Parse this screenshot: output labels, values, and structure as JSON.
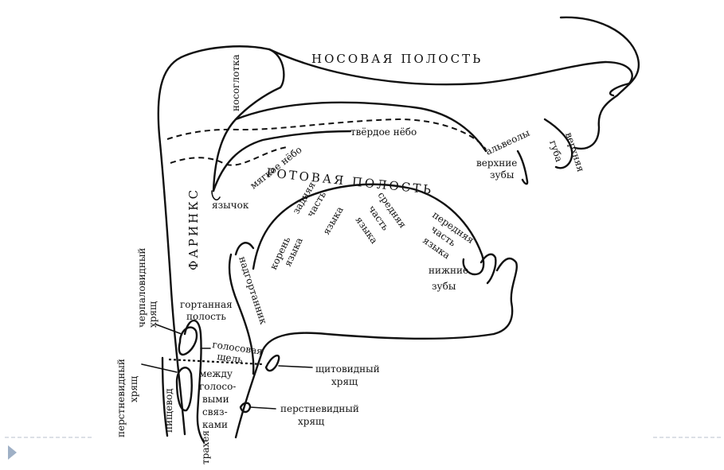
{
  "diagram": {
    "cavities": {
      "nasal": "НОСОВАЯ ПОЛОСТЬ",
      "oral": "РОТОВАЯ ПОЛОСТЬ",
      "pharynx": "ФАРИНКС"
    },
    "labels": {
      "nasopharynx": "носоглотка",
      "hard_palate": "твёрдое нёбо",
      "soft_palate": "мягкое нёбо",
      "uvula": "язычок",
      "alveoli": "альвеолы",
      "upper_teeth_1": "верхние",
      "upper_teeth_2": "зубы",
      "upper_lip_1": "верхняя",
      "upper_lip_2": "губа",
      "back_tongue_1": "задняя",
      "back_tongue_2": "часть",
      "back_tongue_3": "языка",
      "middle_tongue_1": "средняя",
      "middle_tongue_2": "часть",
      "middle_tongue_3": "языка",
      "front_tongue_1": "передняя",
      "front_tongue_2": "часть",
      "front_tongue_3": "языка",
      "tongue_root_1": "корень",
      "tongue_root_2": "языка",
      "lower_teeth_1": "нижние",
      "lower_teeth_2": "зубы",
      "epiglottis": "надгортанник",
      "larynx_cavity_1": "гортанная",
      "larynx_cavity_2": "полость",
      "glottis_1": "голосовая",
      "glottis_2": "щель",
      "between_1": "между",
      "between_2": "голосо-",
      "between_3": "выми",
      "between_4": "связ-",
      "between_5": "ками",
      "thyroid_1": "щитовидный",
      "thyroid_2": "хрящ",
      "cricoid_1": "перстневидный",
      "cricoid_2": "хрящ",
      "arytenoid_1": "черпаловидный",
      "arytenoid_2": "хрящ",
      "cricoid_left_1": "перстневидный",
      "cricoid_left_2": "хрящ",
      "esophagus": "пищевод",
      "trachea": "трахея"
    }
  }
}
